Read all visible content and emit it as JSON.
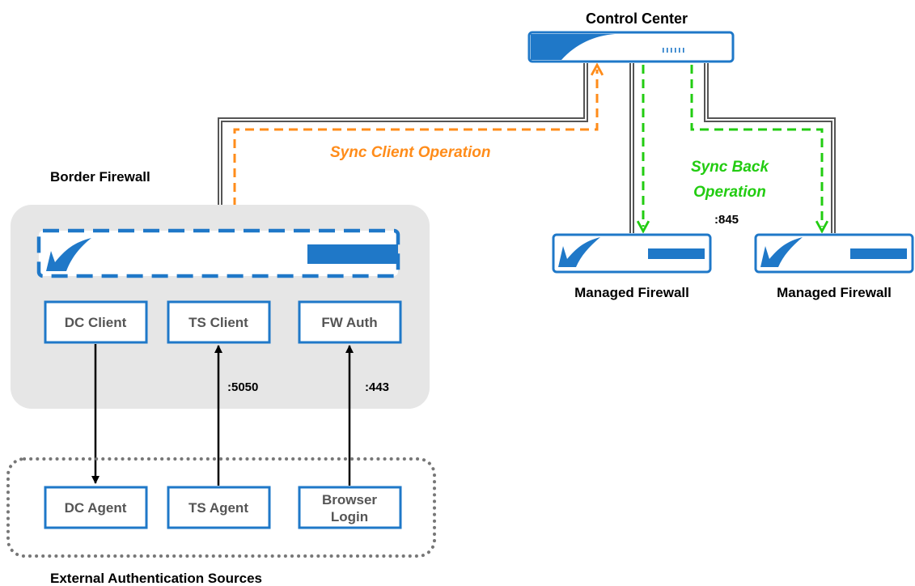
{
  "colors": {
    "blue": "#1f78c8",
    "box_text": "#555555",
    "gray_fill": "#e6e6e6",
    "gray_line": "#555555",
    "orange": "#ff8c1a",
    "green": "#22cc11",
    "black": "#000000"
  },
  "labels": {
    "control_center": "Control Center",
    "border_firewall": "Border Firewall",
    "sync_client": "Sync Client Operation",
    "sync_back_line1": "Sync Back",
    "sync_back_line2": "Operation",
    "port_845": ":845",
    "managed_firewall_1": "Managed Firewall",
    "managed_firewall_2": "Managed Firewall",
    "port_5050": ":5050",
    "port_443": ":443",
    "external_sources": "External Authentication Sources"
  },
  "clients": {
    "dc_client": "DC Client",
    "ts_client": "TS Client",
    "fw_auth": "FW Auth"
  },
  "agents": {
    "dc_agent": "DC Agent",
    "ts_agent": "TS Agent",
    "browser_login_1": "Browser",
    "browser_login_2": "Login"
  }
}
